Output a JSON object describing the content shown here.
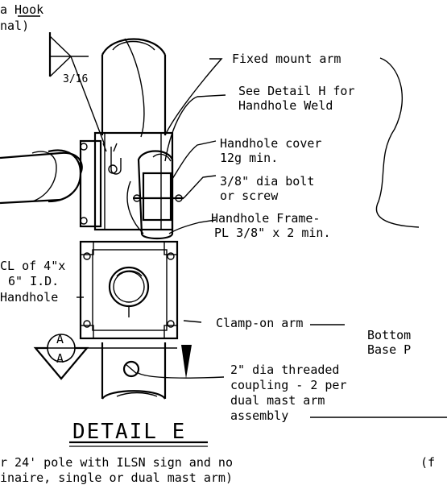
{
  "labels": {
    "hook_line1": "a Hook",
    "hook_line2": "nal)",
    "weld_fraction": "3/16",
    "fixed_mount_arm": "Fixed mount arm",
    "see_detail_line1": "See Detail H for",
    "see_detail_line2": "Handhole Weld",
    "handhole_cover_line1": "Handhole cover",
    "handhole_cover_line2": "12g min.",
    "bolt_line1": "3/8\" dia bolt",
    "bolt_line2": "or screw",
    "frame_line1": "Handhole Frame-",
    "frame_line2": "PL 3/8\" x 2 min.",
    "cl_line1": "CL of 4\"x",
    "cl_line2": "6\" I.D.",
    "cl_line3": "Handhole",
    "clamp_on_arm": "Clamp-on arm",
    "bottom_line1": "Bottom",
    "bottom_line2": "Base P",
    "section_letter_top": "A",
    "section_letter_bottom": "A",
    "coupling_line1": "2\" dia threaded",
    "coupling_line2": "coupling - 2 per",
    "coupling_line3": "dual mast arm",
    "coupling_line4": "assembly",
    "detail_title": "DETAIL E",
    "caption_line1": "r 24' pole with ILSN sign and no",
    "caption_line2": "inaire, single or dual mast arm)",
    "right_caption": "(f"
  }
}
